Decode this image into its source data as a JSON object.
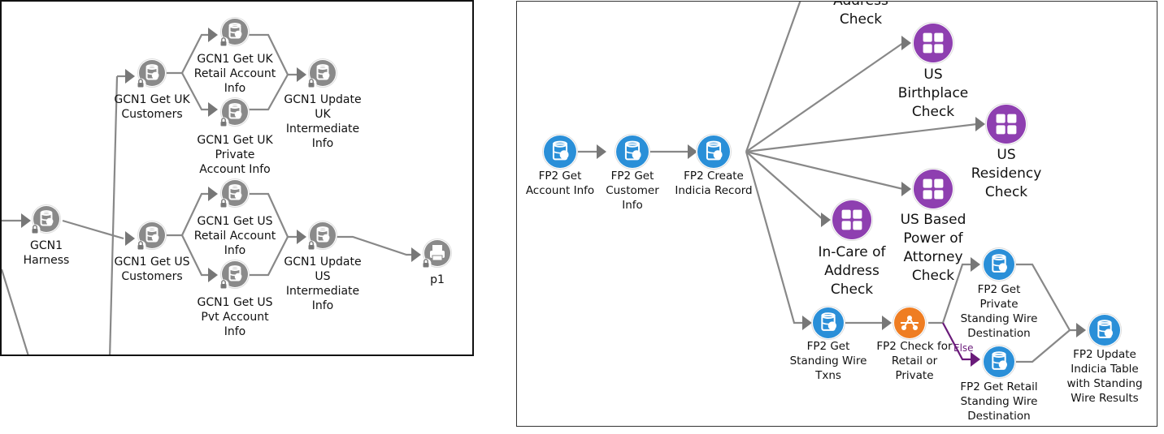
{
  "left_panel": {
    "nodes": {
      "harness": [
        "GCN1",
        "Harness"
      ],
      "get_uk_customers": [
        "GCN1 Get UK",
        "Customers"
      ],
      "get_us_customers": [
        "GCN1 Get US",
        "Customers"
      ],
      "get_uk_retail": [
        "GCN1 Get UK",
        "Retail Account",
        "Info"
      ],
      "get_uk_private": [
        "GCN1 Get UK",
        "Private",
        "Account Info"
      ],
      "update_uk": [
        "GCN1 Update",
        "UK",
        "Intermediate",
        "Info"
      ],
      "get_us_retail": [
        "GCN1 Get US",
        "Retail Account",
        "Info"
      ],
      "get_us_pvt": [
        "GCN1 Get US",
        "Pvt Account",
        "Info"
      ],
      "update_us": [
        "GCN1 Update",
        "US",
        "Intermediate",
        "Info"
      ],
      "p1": [
        "p1"
      ]
    }
  },
  "right_panel": {
    "nodes": {
      "get_account_info": [
        "FP2 Get",
        "Account Info"
      ],
      "get_customer_info": [
        "FP2 Get",
        "Customer",
        "Info"
      ],
      "create_indicia": [
        "FP2 Create",
        "Indicia Record"
      ],
      "address_check_top": [
        "Address",
        "Check"
      ],
      "us_birthplace": [
        "US",
        "Birthplace",
        "Check"
      ],
      "us_residency": [
        "US",
        "Residency",
        "Check"
      ],
      "us_poa": [
        "US Based",
        "Power of",
        "Attorney",
        "Check"
      ],
      "in_care_of": [
        "In-Care of",
        "Address",
        "Check"
      ],
      "get_standing_wire": [
        "FP2 Get",
        "Standing Wire",
        "Txns"
      ],
      "check_retail_private": [
        "FP2 Check for",
        "Retail or",
        "Private"
      ],
      "get_private_wire": [
        "FP2 Get",
        "Private",
        "Standing Wire",
        "Destination"
      ],
      "get_retail_wire": [
        "FP2 Get Retail",
        "Standing Wire",
        "Destination"
      ],
      "update_indicia": [
        "FP2 Update",
        "Indicia Table",
        "with Standing",
        "Wire Results"
      ]
    },
    "else_label": "Else"
  },
  "colors": {
    "gray_node": "#8a8a8a",
    "blue_node": "#2a8fd8",
    "purple_node": "#8e3fb0",
    "orange_node": "#ef7d22",
    "edge": "#888888",
    "else_edge": "#6a1b7a"
  }
}
